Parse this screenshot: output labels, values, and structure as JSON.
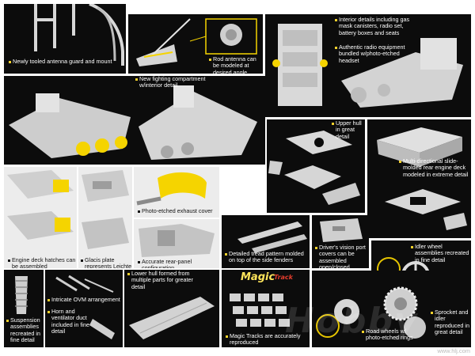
{
  "colors": {
    "panel_dark": "#0c0c0c",
    "panel_light": "#ececec",
    "part_gray": "#c9c9c9",
    "bullet": "#f2d12b",
    "accent_yellow": "#f5d400"
  },
  "captions": {
    "antenna_guard": "Newly tooled antenna guard and mount",
    "rod_antenna": "Rod antenna can be modeled at desired angle",
    "interior": "Interior details including gas mask canisters, radio set, battery boxes and seats",
    "radio": "Authentic radio equipment bundled w/photo-etched headset",
    "fighting_compartment": "New fighting compartment w/interior detail",
    "upper_hull": "Upper hull in great detail",
    "rear_deck": "Multi-directional slide-molded rear engine deck modeled in extreme detail",
    "exhaust": "Photo-etched exhaust cover",
    "engine_hatches": "Engine deck hatches can be assembled open/closed",
    "glacis": "Glacis plate represents Leichte (Funk) Pz.IA",
    "rear_panel": "Accurate rear-panel configuration",
    "tread": "Detailed tread pattern molded on top of the side fenders",
    "vision_port": "Driver's vision port covers can be assembled open/closed",
    "idler": "Idler wheel assemblies recreated in fine detail",
    "lower_hull": "Lower hull formed from multiple parts for greater detail",
    "ovm": "Intricate OVM arrangement",
    "horn": "Horn and ventilator duct included in fine detail",
    "suspension": "Suspension assemblies recreated in fine detail",
    "magic_tracks": "Magic Tracks are accurately reproduced",
    "road_wheels": "Road wheels w/ photo-etched rings",
    "sprocket": "Sprocket and idler reproduced in great detail"
  },
  "logo": {
    "text": "Magic",
    "subtext": "Track"
  },
  "watermark": "Hobby",
  "url": "www.hlj.com"
}
